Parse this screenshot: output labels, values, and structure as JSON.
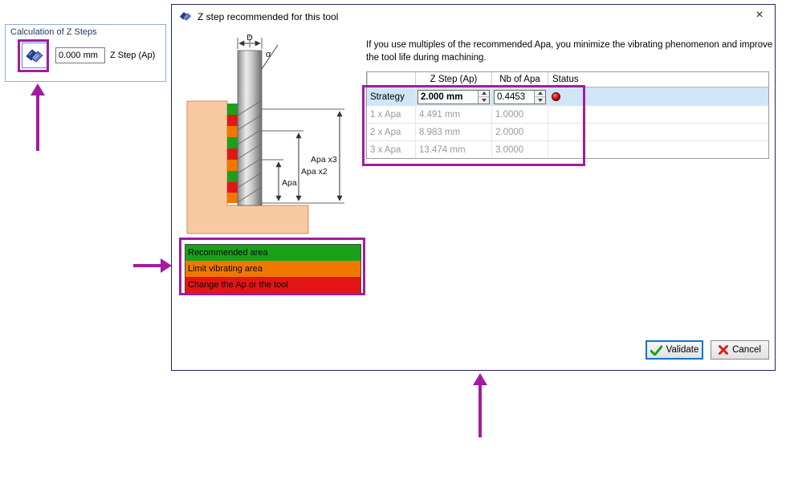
{
  "annotations": {
    "highlight_color": "#A11CA1"
  },
  "calc_panel": {
    "title": "Calculation of Z Steps",
    "z_step_value": "0.000 mm",
    "z_step_label": "Z Step (Ap)"
  },
  "dialog": {
    "title": "Z step recommended for this tool",
    "close_glyph": "×",
    "info_text": "If you use multiples of the recommended Apa, you minimize the vibrating phenomenon and improve the tool life during machining.",
    "diagram": {
      "d_label": "D",
      "alpha_label": "α",
      "apa_label": "Apa",
      "apa2_label": "Apa x2",
      "apa3_label": "Apa x3"
    },
    "legend": [
      {
        "label": "Recommended area",
        "color": "#1AA11A"
      },
      {
        "label": "Limit vibrating area",
        "color": "#F07800"
      },
      {
        "label": "Change the Ap or the tool",
        "color": "#E31515"
      }
    ],
    "table": {
      "headers": [
        "",
        "Z Step (Ap)",
        "Nb of Apa",
        "Status"
      ],
      "rows": [
        {
          "label": "Strategy",
          "z_step": "2.000 mm",
          "nb_apa": "0.4453",
          "status": "alert",
          "selected": true
        },
        {
          "label": "1 x Apa",
          "z_step": "4.491 mm",
          "nb_apa": "1.0000",
          "status": "",
          "selected": false
        },
        {
          "label": "2 x Apa",
          "z_step": "8.983 mm",
          "nb_apa": "2.0000",
          "status": "",
          "selected": false
        },
        {
          "label": "3 x Apa",
          "z_step": "13.474 mm",
          "nb_apa": "3.0000",
          "status": "",
          "selected": false
        }
      ]
    },
    "buttons": {
      "validate": "Validate",
      "cancel": "Cancel"
    },
    "status_colors": {
      "alert": "#c00000"
    }
  }
}
